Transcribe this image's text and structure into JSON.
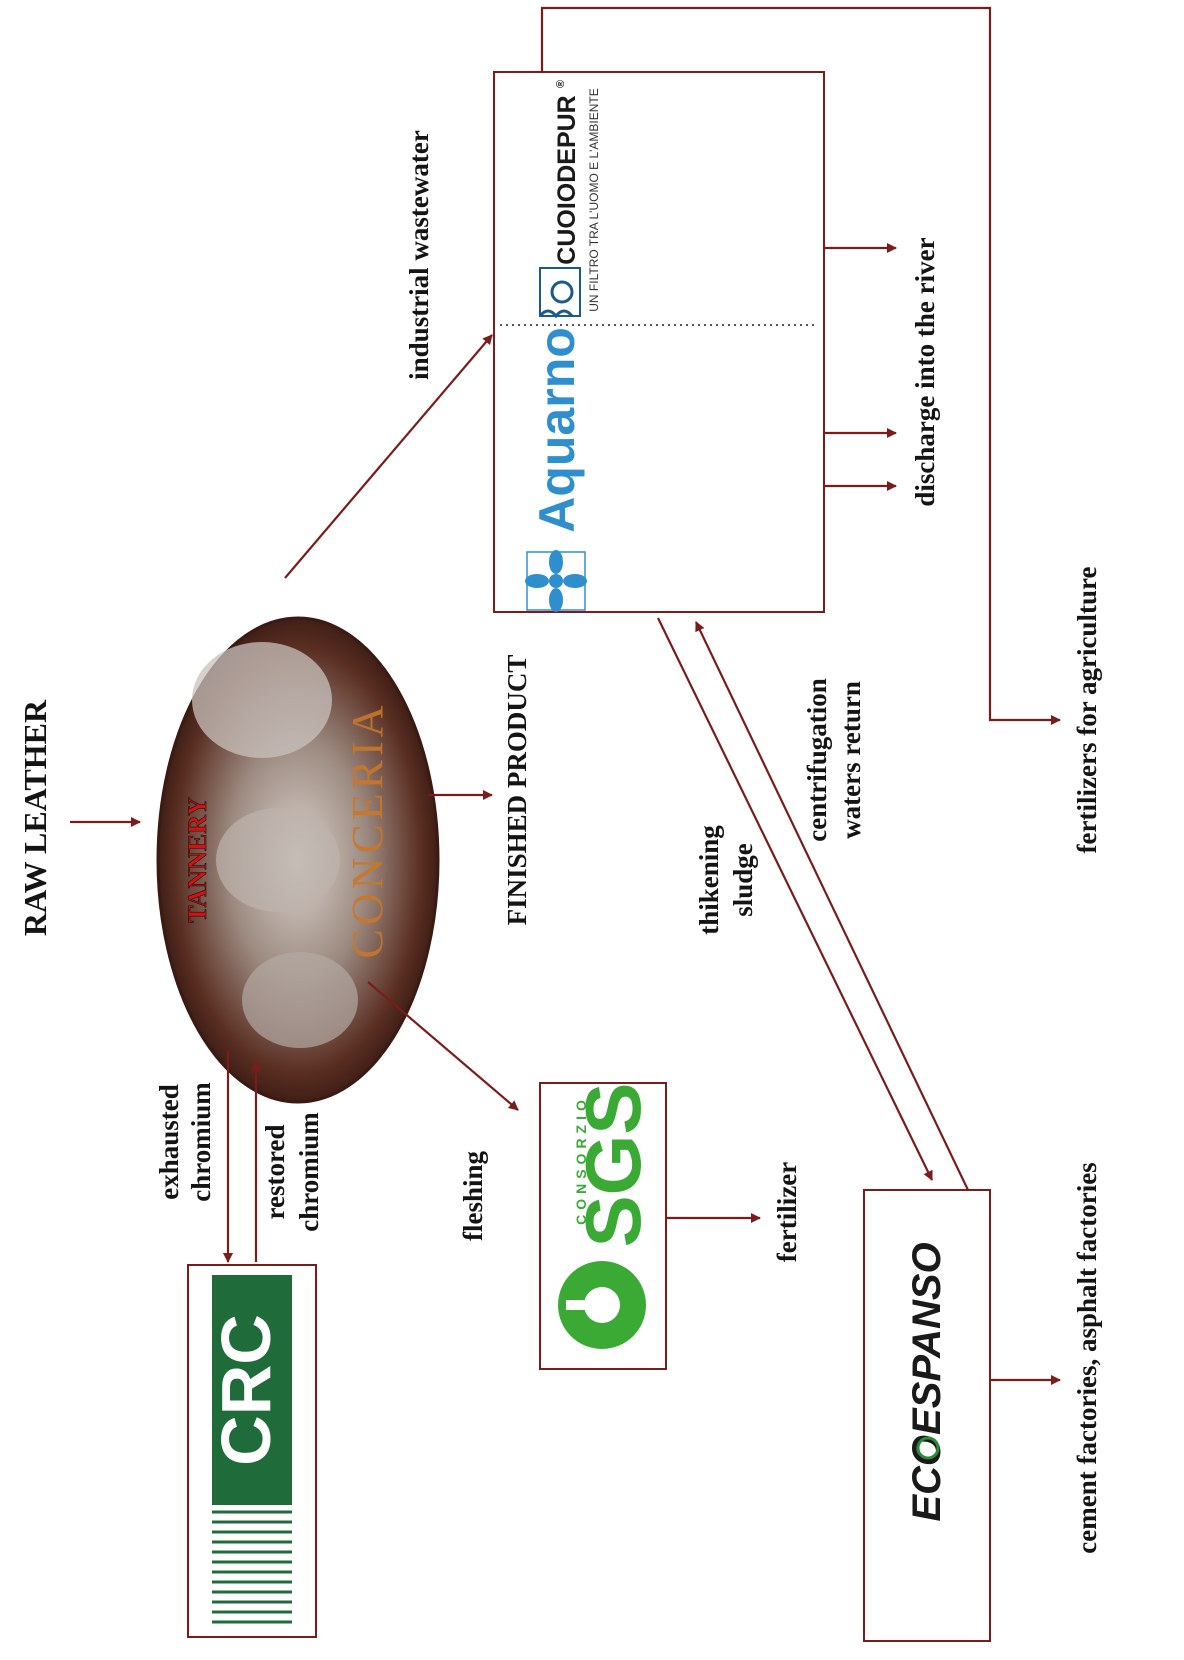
{
  "nodes": {
    "raw_leather": "RAW LEATHER",
    "tannery": "TANNERY",
    "conceria": "CONCERIA",
    "finished_product": "FINISHED PRODUCT",
    "industrial_wastewater": "industrial wastewater",
    "discharge": "discharge into the river",
    "fertilizers_agriculture": "fertilizers for agriculture",
    "exhausted": "exhausted",
    "exhausted_2": "chromium",
    "restored": "restored",
    "restored_2": "chromium",
    "fleshing": "fleshing",
    "fertilizer": "fertilizer",
    "thikening": "thikening",
    "thikening_2": "sludge",
    "centrifugation": "centrifugation",
    "centrifugation_2": "waters return",
    "cement": "cement factories, asphalt factories"
  },
  "logos": {
    "aquarno": "Aquarno",
    "cuoiodepur": "CUOIODEPUR",
    "cuoiodepur_reg": "®",
    "cuoiodepur_tagline": "UN FILTRO TRA L'UOMO E L'AMBIENTE",
    "consorzio": "CONSORZIO",
    "sgs": "SGS",
    "ecoespanso": "ECOESPANSO",
    "crc": "CRC"
  },
  "colors": {
    "arrow": "#7a1c1c",
    "aquarno": "#2f8fce",
    "sgs_green": "#3aaa35",
    "crc_green": "#1f6b3a",
    "ecoespanso_green": "#2a8a3a"
  }
}
